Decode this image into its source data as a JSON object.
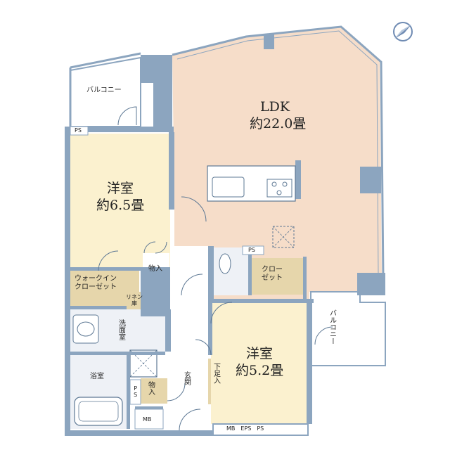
{
  "colors": {
    "wall": "#8ca5bf",
    "ldk_floor": "#f6ddc9",
    "bedroom_floor": "#fbf1cf",
    "storage_floor": "#e6d6ab",
    "wet_floor": "#eef1f6",
    "outline": "#5d7894"
  },
  "compass": {
    "icon": "compass-icon"
  },
  "rooms": {
    "ldk": {
      "name": "LDK",
      "size": "約22.0畳"
    },
    "western1": {
      "name": "洋室",
      "size": "約6.5畳"
    },
    "western2": {
      "name": "洋室",
      "size": "約5.2畳"
    },
    "balcony_top": "バルコニー",
    "balcony_right": "バルコニー",
    "walkin_line1": "ウォークイン",
    "walkin_line2": "クローゼット",
    "closet_line1": "クロー",
    "closet_line2": "ゼット",
    "storage1": "物入",
    "storage2": "物入",
    "linen_line1": "リネン",
    "linen_line2": "庫",
    "washroom": "洗面室",
    "bathroom": "浴室",
    "entrance": "玄関",
    "shoe": "下足入"
  },
  "shafts": {
    "ps_top": "PS",
    "ps_middle": "PS",
    "ps_left": "PS",
    "mb_left": "MB",
    "bottom_strip": "MB　EPS　PS"
  }
}
